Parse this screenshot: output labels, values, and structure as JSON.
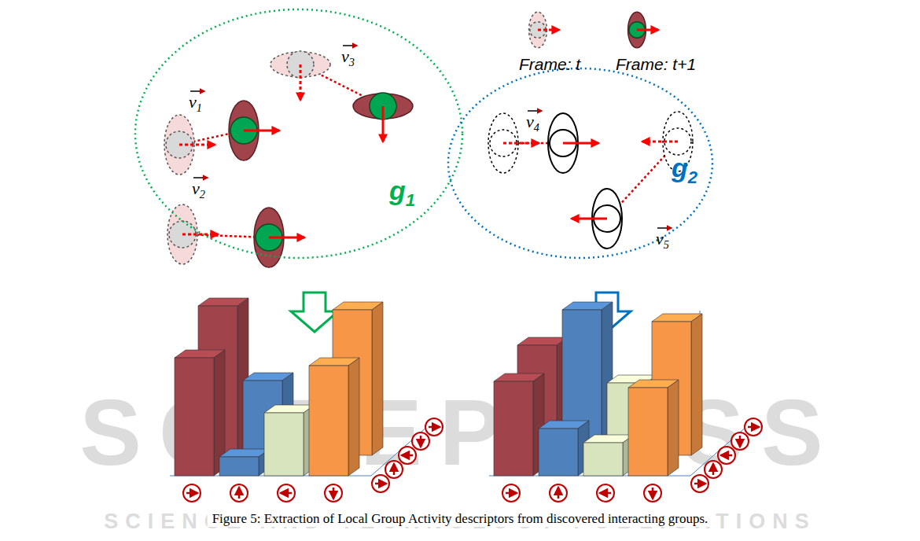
{
  "diagram": {
    "caption": "Figure 5: Extraction of Local Group Activity descriptors from discovered interacting groups.",
    "nodes": [
      {
        "text": [
          "g1"
        ]
      },
      {
        "text": [
          "g2"
        ]
      }
    ],
    "labels": [
      "Frame: t",
      "Frame: t+1",
      "v1",
      "v2",
      "v3",
      "v4",
      "v5",
      "SCITEPRESS",
      "SCIENCE AND TECHNOLOGY PUBLICATIONS"
    ]
  }
}
